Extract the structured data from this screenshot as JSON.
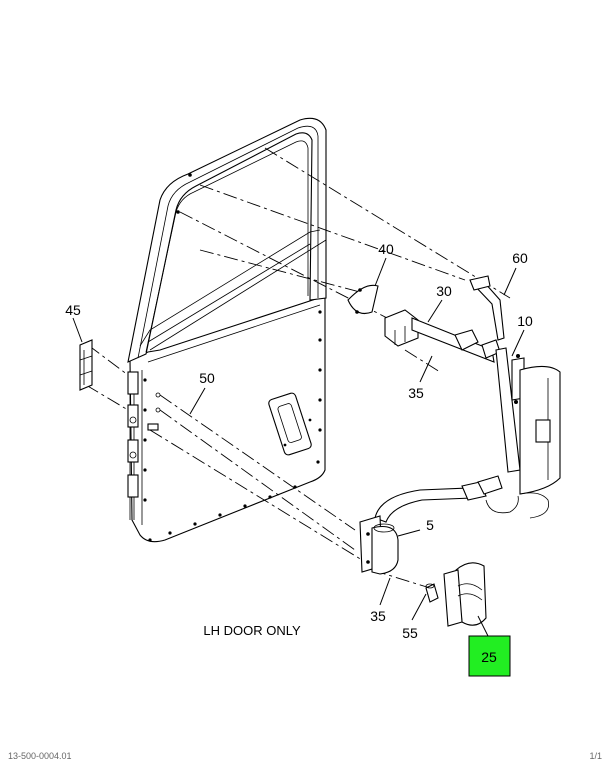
{
  "callouts": {
    "c40": "40",
    "c60": "60",
    "c30": "30",
    "c10": "10",
    "c45": "45",
    "c50": "50",
    "c35a": "35",
    "c5": "5",
    "c35b": "35",
    "c55": "55",
    "c25": "25"
  },
  "note": "LH DOOR ONLY",
  "footer": {
    "left": "13-500-0004.01",
    "right": "1/1"
  },
  "highlight_color": "#22ee22"
}
